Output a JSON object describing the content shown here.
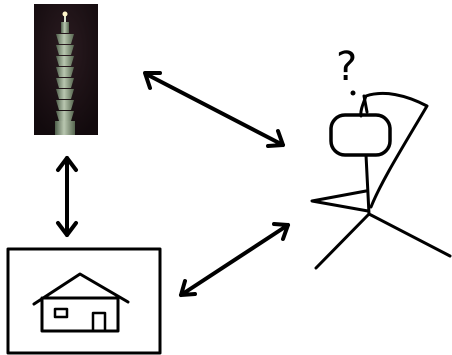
{
  "diagram": {
    "question_mark": "?",
    "nodes": [
      {
        "id": "tower",
        "kind": "photo",
        "subject": "skyscraper-at-night"
      },
      {
        "id": "home",
        "kind": "framed-sketch",
        "subject": "house"
      },
      {
        "id": "person",
        "kind": "stick-figure",
        "subject": "thinking-person"
      }
    ],
    "edges": [
      {
        "from": "tower",
        "to": "person",
        "style": "double-arrow"
      },
      {
        "from": "tower",
        "to": "home",
        "style": "double-arrow"
      },
      {
        "from": "home",
        "to": "person",
        "style": "double-arrow"
      }
    ]
  },
  "colors": {
    "ink": "#000000",
    "background": "#ffffff",
    "night_sky": "#1b0f13",
    "tower_glow": "#8fa58a"
  }
}
